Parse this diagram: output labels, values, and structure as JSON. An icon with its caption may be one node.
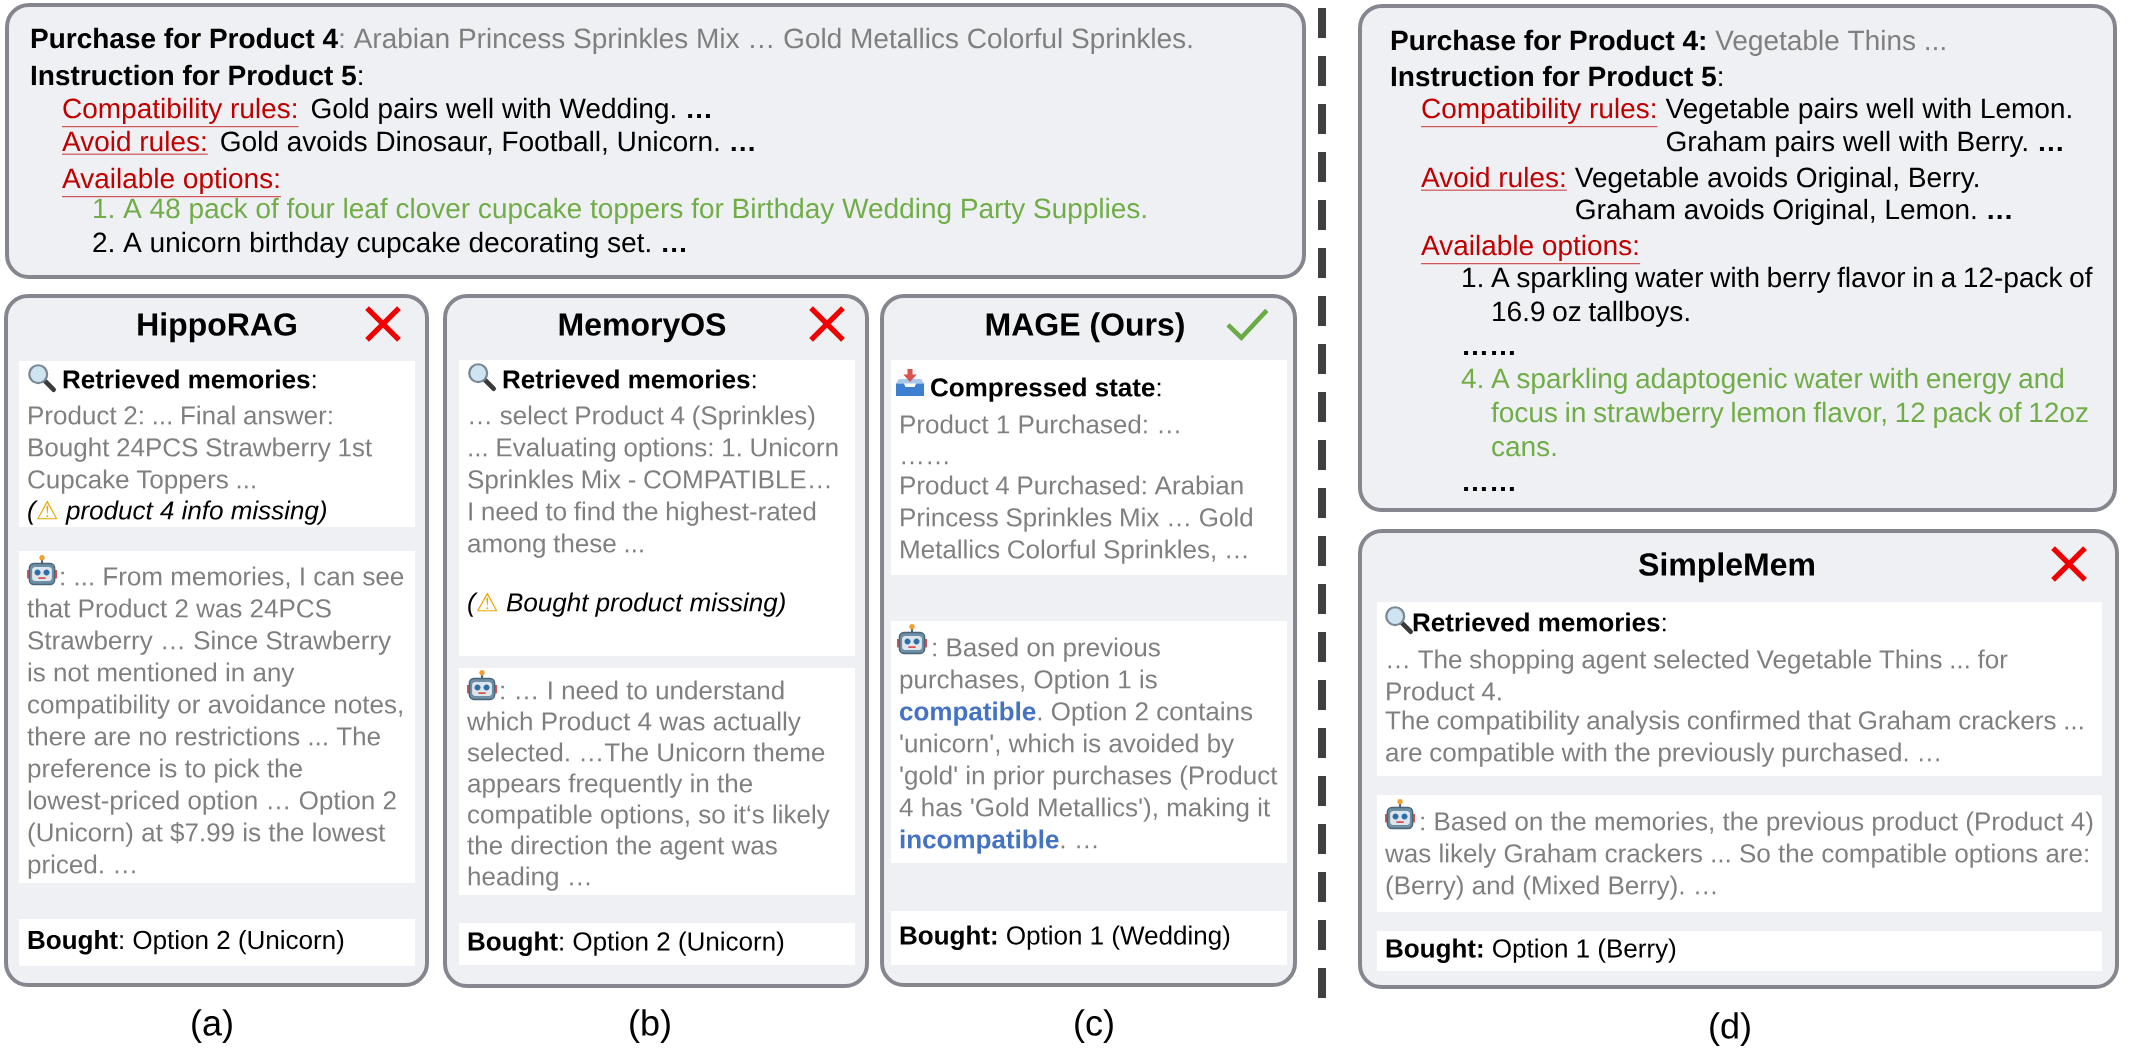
{
  "diagram": {
    "nodes": [
      {
        "text": [
          "**Purchase for Product 4**: Arabian Princess Sprinkles Mix … Gold Metallics Colorful Sprinkles.",
          "**Instruction for Product 5**:",
          "Compatibility rules:",
          "Gold pairs well with Wedding. **…**",
          "Avoid rules:",
          "Gold avoids Dinosaur, Football, Unicorn. **…**",
          "Available options:",
          "1. A 48 pack of four leaf clover cupcake toppers for Birthday Wedding Party Supplies.",
          "2. A unicorn birthday cupcake decorating set. **…**"
        ]
      },
      {
        "text": [
          "HippoRAG"
        ]
      },
      {
        "text": [
          "**Retrieved memories**:",
          "Product 2: ... Final answer: Bought 24PCS Strawberry 1st Cupcake Toppers ...",
          "(⚠ product 4 info missing)"
        ],
        "in": 1
      },
      {
        "text": [
          ": ... From memories, I can see that Product 2 was 24PCS Strawberry … Since Strawberry is not mentioned in any compatibility or avoidance notes, there are no restrictions ... The preference is to pick the lowest-priced option … Option 2 (Unicorn) at $7.99 is the lowest priced. …"
        ],
        "in": 1
      },
      {
        "text": [
          "**Bought**: Option 2 (Unicorn)"
        ],
        "in": 1
      },
      {
        "text": [
          "MemoryOS"
        ]
      },
      {
        "text": [
          "**Retrieved memories**:",
          "… select Product 4 (Sprinkles) ... Evaluating options: 1. Unicorn Sprinkles Mix - COMPATIBLE… I need to find the highest-rated among these ...",
          "(⚠ Bought product missing)"
        ],
        "in": 5
      },
      {
        "text": [
          ": … I need to understand which Product 4 was actually selected. …The Unicorn theme appears frequently in the compatible options, so it‘s likely the direction the agent was heading …"
        ],
        "in": 5
      },
      {
        "text": [
          "**Bought**: Option 2 (Unicorn)"
        ],
        "in": 5
      },
      {
        "text": [
          "MAGE (Ours)"
        ]
      },
      {
        "text": [
          "**Compressed state**:",
          "Product 1 Purchased: …",
          "……",
          "Product 4 Purchased: Arabian Princess Sprinkles Mix … Gold Metallics Colorful Sprinkles, …"
        ],
        "in": 9
      },
      {
        "text": [
          ": Based on previous purchases, Option 1 is **compatible**. Option 2 contains 'unicorn', which is avoided by 'gold' in prior purchases (Product 4 has 'Gold Metallics'), making it **incompatible**. …"
        ],
        "in": 9
      },
      {
        "text": [
          "**Bought:** Option 1 (Wedding)"
        ],
        "in": 9
      },
      {
        "text": [
          "**Purchase for Product 4:** Vegetable Thins ...",
          "**Instruction for Product 5**:",
          "Compatibility rules:",
          "Vegetable pairs well with Lemon.",
          "Graham pairs well with Berry. **…**",
          "Avoid rules:",
          "Vegetable avoids Original, Berry.",
          "Graham avoids Original, Lemon. **…**",
          "Available options:",
          "1. A sparkling water with berry flavor in a 12-pack of 16.9 oz tallboys.",
          "……",
          "4. A sparkling adaptogenic water with energy and focus in strawberry lemon flavor, 12 pack of 12oz cans.",
          "……"
        ]
      },
      {
        "text": [
          "SimpleMem"
        ]
      },
      {
        "text": [
          "**Retrieved memories**:",
          "… The shopping agent selected Vegetable Thins ... for Product 4.",
          "The compatibility analysis confirmed that Graham crackers ... are compatible with the previously purchased. …"
        ],
        "in": 14
      },
      {
        "text": [
          ": Based on the memories, the previous product (Product 4) was likely Graham crackers ... So the compatible options are: (Berry) and (Mixed Berry). …"
        ],
        "in": 14
      },
      {
        "text": [
          "**Bought:** Option 1 (Berry)"
        ],
        "in": 14
      }
    ],
    "labels": [
      "(a)",
      "(b)",
      "(c)",
      "(d)"
    ]
  }
}
